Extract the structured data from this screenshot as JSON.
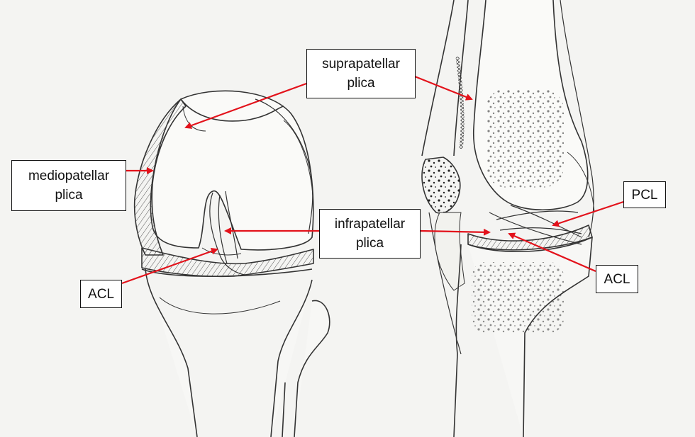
{
  "labels": {
    "suprapatellar": {
      "line1": "suprapatellar",
      "line2": "plica"
    },
    "mediopatellar": {
      "line1": "mediopatellar",
      "line2": "plica"
    },
    "infrapatellar": {
      "line1": "infrapatellar",
      "line2": "plica"
    },
    "acl_left": {
      "text": "ACL"
    },
    "pcl_right": {
      "text": "PCL"
    },
    "acl_right": {
      "text": "ACL"
    }
  },
  "colors": {
    "arrow": "#e3121b",
    "ink": "#333333",
    "background": "#f4f4f2"
  }
}
